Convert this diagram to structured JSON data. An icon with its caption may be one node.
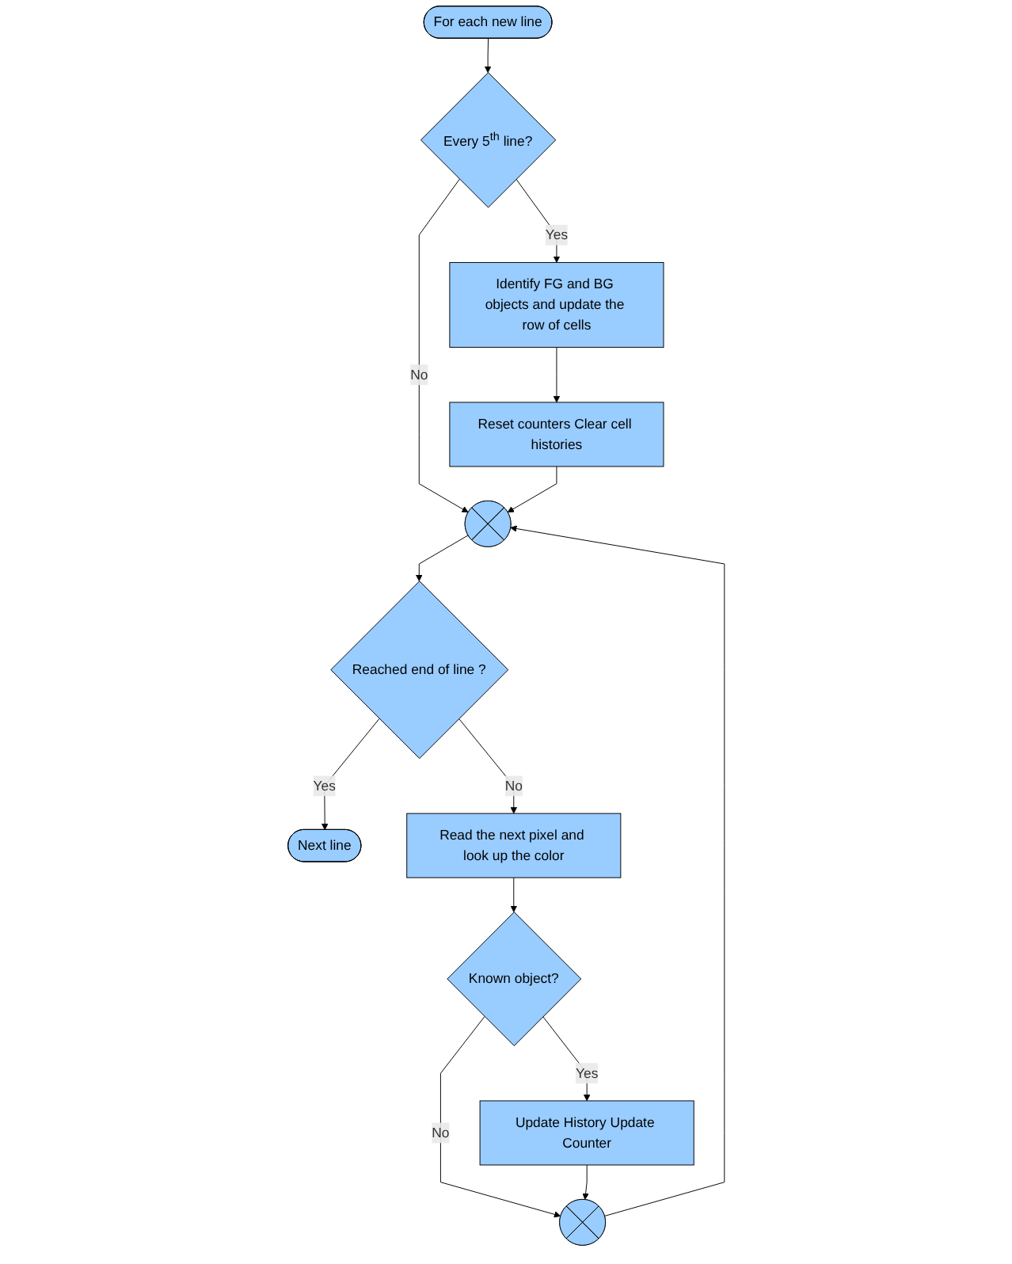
{
  "diagram": {
    "nodes": [
      {
        "text": [
          "For each new line"
        ]
      },
      {
        "text": [
          "Every 5$^{th}$ line?"
        ]
      },
      {
        "text": [
          "Identify FG and BG objects and update the row of cells"
        ]
      },
      {
        "text": [
          "Reset counters Clear cell histories"
        ]
      },
      {
        "text": [],
        "shape": "circle"
      },
      {
        "text": [
          "Reached end of line ?"
        ]
      },
      {
        "text": [
          "Next line"
        ]
      },
      {
        "text": [
          "Read the next pixel and look up the color"
        ]
      },
      {
        "text": [
          "Known object?"
        ]
      },
      {
        "text": [
          "Update History Update Counter"
        ]
      },
      {
        "text": [],
        "shape": "circle"
      }
    ],
    "edges": [
      {
        "from": 0,
        "to": 1,
        "arrow": "to"
      },
      {
        "from": 1,
        "to": 2,
        "arrow": "to",
        "label": "Yes"
      },
      {
        "from": 1,
        "to": 4,
        "arrow": "to",
        "label": "No"
      },
      {
        "from": 2,
        "to": 3,
        "arrow": "to"
      },
      {
        "from": 3,
        "to": 4,
        "arrow": "to"
      },
      {
        "from": 4,
        "to": 5,
        "arrow": "to"
      },
      {
        "from": 5,
        "to": 6,
        "arrow": "to",
        "label": "Yes"
      },
      {
        "from": 5,
        "to": 7,
        "arrow": "to",
        "label": "No"
      },
      {
        "from": 7,
        "to": 8,
        "arrow": "to"
      },
      {
        "from": 8,
        "to": 9,
        "arrow": "to",
        "label": "Yes"
      },
      {
        "from": 8,
        "to": 10,
        "arrow": "to",
        "label": "No"
      },
      {
        "from": 9,
        "to": 10,
        "arrow": "to"
      },
      {
        "from": 10,
        "to": 4,
        "arrow": "to"
      }
    ]
  }
}
